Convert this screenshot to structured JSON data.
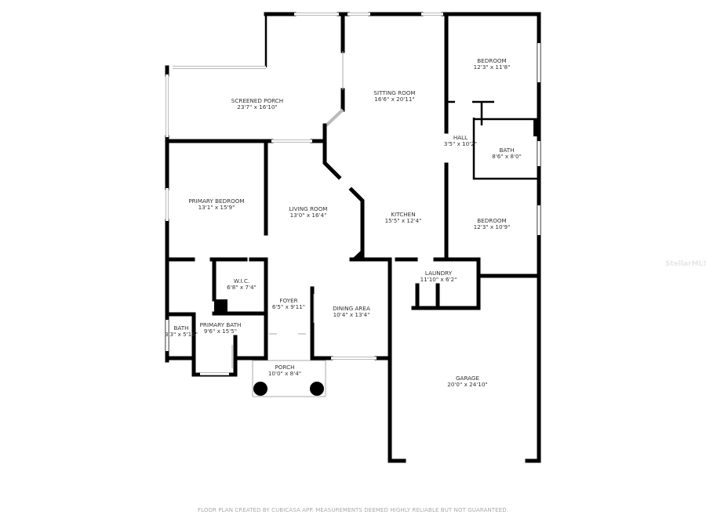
{
  "rooms": [
    {
      "name": "SCREENED PORCH",
      "dims": "23'7\" x 16'10\""
    },
    {
      "name": "SITTING ROOM",
      "dims": "16'6\" x 20'11\""
    },
    {
      "name": "BEDROOM",
      "dims": "12'3\" x 11'8\""
    },
    {
      "name": "HALL",
      "dims": "3'5\" x 10'2\""
    },
    {
      "name": "BATH",
      "dims": "8'6\" x 8'0\""
    },
    {
      "name": "PRIMARY BEDROOM",
      "dims": "13'1\" x 15'9\""
    },
    {
      "name": "LIVING ROOM",
      "dims": "13'0\" x 16'4\""
    },
    {
      "name": "KITCHEN",
      "dims": "15'5\" x 12'4\""
    },
    {
      "name": "BEDROOM",
      "dims": "12'3\" x 10'9\""
    },
    {
      "name": "LAUNDRY",
      "dims": "11'10\" x 6'2\""
    },
    {
      "name": "W.I.C.",
      "dims": "6'8\" x 7'4\""
    },
    {
      "name": "FOYER",
      "dims": "6'5\" x 9'11\""
    },
    {
      "name": "DINING AREA",
      "dims": "10'4\" x 13'4\""
    },
    {
      "name": "BATH",
      "dims": "3'3\" x 5'10\""
    },
    {
      "name": "PRIMARY BATH",
      "dims": "9'6\" x 15'5\""
    },
    {
      "name": "PORCH",
      "dims": "10'0\" x 8'4\""
    },
    {
      "name": "GARAGE",
      "dims": "20'0\" x 24'10\""
    }
  ],
  "footer": "FLOOR PLAN CREATED BY CUBICASA APP. MEASUREMENTS DEEMED HIGHLY RELIABLE BUT NOT GUARANTEED.",
  "watermark": "StellarMLS"
}
